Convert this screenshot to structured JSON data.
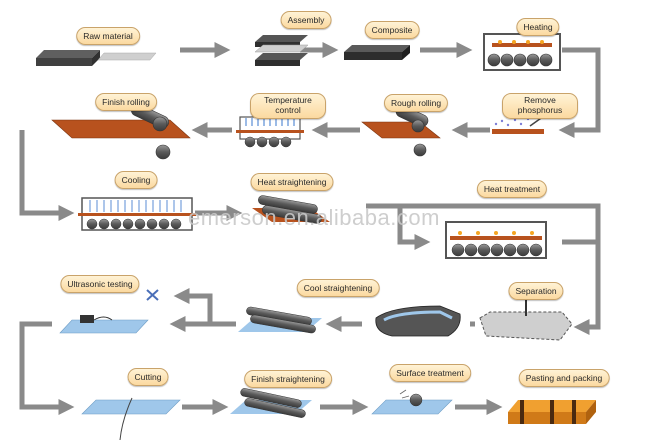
{
  "steps": {
    "raw_material": "Raw material",
    "assembly": "Assembly",
    "composite": "Composite",
    "heating": "Heating",
    "finish_rolling": "Finish rolling",
    "temperature_control_1": "Temperature",
    "temperature_control_2": "control",
    "rough_rolling": "Rough rolling",
    "remove_phosphorus_1": "Remove",
    "remove_phosphorus_2": "phosphorus",
    "cooling": "Cooling",
    "heat_straightening": "Heat straightening",
    "heat_treatment": "Heat treatment",
    "ultrasonic_testing": "Ultrasonic testing",
    "cool_straightening": "Cool straightening",
    "separation": "Separation",
    "cutting": "Cutting",
    "finish_straightening": "Finish straightening",
    "surface_treatment": "Surface treatment",
    "pasting_packing": "Pasting and packing"
  },
  "watermark": "emerson.en.alibaba.com",
  "colors": {
    "arrow": "#888888",
    "plate_hot": "#b8521e",
    "plate_steel": "#555555",
    "plate_blue": "#9fc7ea",
    "label_fill": "#fbd9a0"
  }
}
